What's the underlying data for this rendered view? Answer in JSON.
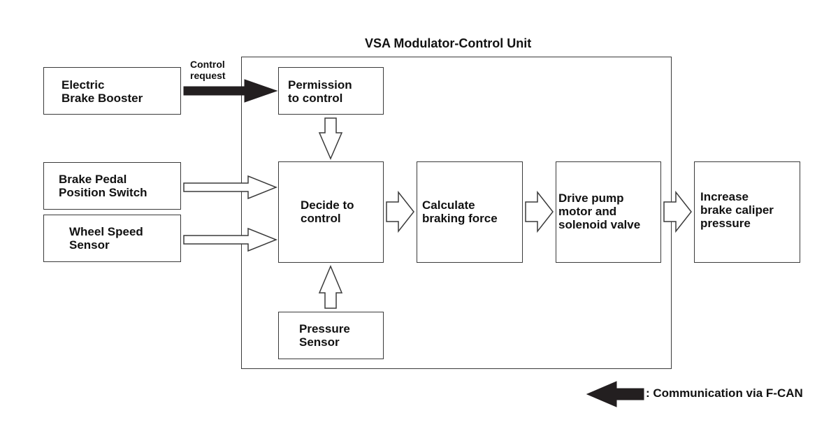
{
  "diagram": {
    "title": "VSA Modulator-Control Unit",
    "control_request_label": "Control\nrequest",
    "nodes": {
      "electric_brake_booster": "Electric\nBrake Booster",
      "brake_pedal_position_switch": "Brake Pedal\nPosition Switch",
      "wheel_speed_sensor": "Wheel Speed\nSensor",
      "permission_to_control": "Permission\nto control",
      "decide_to_control": "Decide to\ncontrol",
      "pressure_sensor": "Pressure\nSensor",
      "calculate_braking_force": "Calculate\nbraking force",
      "drive_pump_motor": "Drive pump\nmotor and\nsolenoid valve",
      "increase_brake_caliper_pressure": "Increase\nbrake caliper\npressure"
    },
    "legend": {
      "label": ": Communication via F-CAN"
    }
  }
}
